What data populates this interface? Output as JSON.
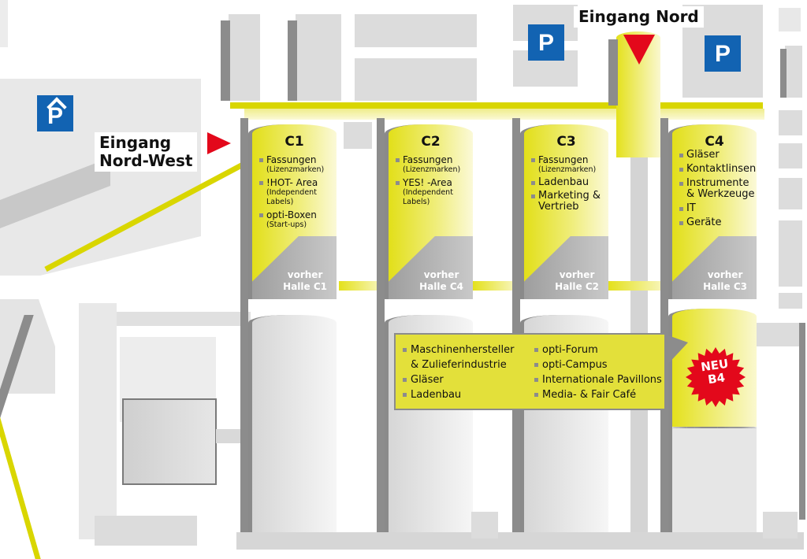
{
  "map": {
    "entrances": {
      "north": {
        "label": "Eingang Nord"
      },
      "north_west": {
        "label_line1": "Eingang",
        "label_line2": "Nord-West"
      }
    },
    "parking": [
      {
        "id": "parking-garage",
        "symbol": "P",
        "type": "garage"
      },
      {
        "id": "parking-north-left",
        "symbol": "P",
        "type": "lot"
      },
      {
        "id": "parking-north-right",
        "symbol": "P",
        "type": "lot"
      }
    ],
    "halls": [
      {
        "name": "C1",
        "items": [
          {
            "label": "Fassungen",
            "sub": "(Lizenzmarken)"
          },
          {
            "label": "!HOT- Area",
            "sub": "(Independent Labels)"
          },
          {
            "label": "opti-Boxen",
            "sub": "(Start-ups)"
          }
        ],
        "previous_line1": "vorher",
        "previous_line2": "Halle C1"
      },
      {
        "name": "C2",
        "items": [
          {
            "label": "Fassungen",
            "sub": "(Lizenzmarken)"
          },
          {
            "label": "YES! -Area",
            "sub": "(Independent Labels)"
          }
        ],
        "previous_line1": "vorher",
        "previous_line2": "Halle C4"
      },
      {
        "name": "C3",
        "items": [
          {
            "label": "Fassungen",
            "sub": "(Lizenzmarken)"
          },
          {
            "label": "Ladenbau",
            "sub": ""
          },
          {
            "label": "Marketing & Vertrieb",
            "sub": ""
          }
        ],
        "previous_line1": "vorher",
        "previous_line2": "Halle C2"
      },
      {
        "name": "C4",
        "items": [
          {
            "label": "Gläser",
            "sub": ""
          },
          {
            "label": "Kontaktlinsen",
            "sub": ""
          },
          {
            "label": "Instrumente & Werkzeuge",
            "sub": ""
          },
          {
            "label": "IT",
            "sub": ""
          },
          {
            "label": "Geräte",
            "sub": ""
          }
        ],
        "previous_line1": "vorher",
        "previous_line2": "Halle C3"
      }
    ],
    "b_halls_info": {
      "left": [
        "Maschinenhersteller",
        "& Zulieferindustrie",
        "Gläser",
        "Ladenbau"
      ],
      "right": [
        "opti-Forum",
        "opti-Campus",
        "Internationale Pavillons",
        "Media- & Fair Café"
      ]
    },
    "new_badge": {
      "line1": "NEU",
      "line2": "B4"
    },
    "colors": {
      "yellow": "#e3e03a",
      "route": "#d9d600",
      "red": "#e3081b",
      "parking_blue": "#1263b2",
      "gray": "#8c8c8c"
    }
  }
}
